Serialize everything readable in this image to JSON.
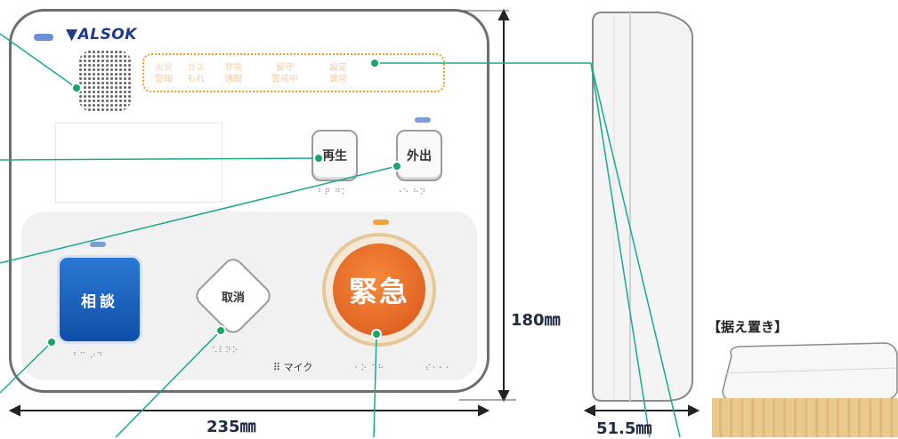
{
  "brand": {
    "logo_text": "ALSOK"
  },
  "status_panel": {
    "items": [
      {
        "line1": "火災",
        "line2": "警報"
      },
      {
        "line1": "ガス",
        "line2": "もれ"
      },
      {
        "line1": "非常",
        "line2": "通報"
      },
      {
        "line1": "留守",
        "line2": "警戒中"
      },
      {
        "line1": "設定",
        "line2": "異常"
      },
      {
        "line1": "",
        "line2": ""
      },
      {
        "line1": "",
        "line2": ""
      }
    ]
  },
  "buttons": {
    "play": "再生",
    "out": "外出",
    "consult": "相談",
    "cancel": "取消",
    "emergency": "緊急"
  },
  "mic": "マイク",
  "braille": {
    "play": "⠃⠟ ⠛⠅",
    "out": "⠐⠑ ⠓⠝",
    "consult": "⠃⠉ ⠔⠙",
    "cancel": "⠡⠇⠝⠕",
    "emergency": "⠂⠕ ⠉⠓",
    "right": "⠎⠂⠂⠂"
  },
  "dimensions": {
    "width": "235㎜",
    "height": "180㎜",
    "depth": "51.5㎜"
  },
  "placement_label": "【据え置き】",
  "colors": {
    "accent_line": "#1aaa8a",
    "dot": "#1aa56a",
    "emergency": "#e8661f",
    "consult": "#1a5fb8",
    "status_frame": "#f0a020"
  }
}
